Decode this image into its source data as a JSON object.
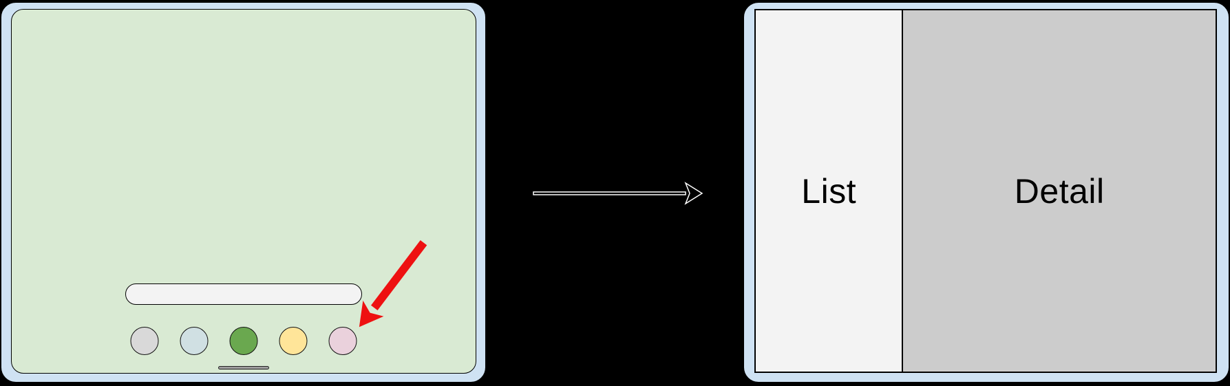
{
  "colors": {
    "background": "#000000",
    "device_frame": "#cfe2f3",
    "device_border": "#000000",
    "phone_screen": "#d9ead3",
    "search_pill": "#f3f3f3",
    "home_indicator": "#9e9e9e",
    "list_pane": "#f3f3f3",
    "detail_pane": "#cccccc",
    "red_arrow": "#ee1111",
    "flow_arrow_stroke": "#ffffff"
  },
  "left_device": {
    "search_bar": {
      "value": "",
      "placeholder": ""
    },
    "dock_icons": [
      {
        "name": "app-icon-gray",
        "color": "#d9d9d9"
      },
      {
        "name": "app-icon-blue",
        "color": "#d0e0e3"
      },
      {
        "name": "app-icon-green",
        "color": "#6aa84f"
      },
      {
        "name": "app-icon-yellow",
        "color": "#ffe599"
      },
      {
        "name": "app-icon-pink",
        "color": "#ead1dc"
      }
    ]
  },
  "annotations": {
    "red_arrow": {
      "points_to": "app-icon-pink",
      "color": "#ee1111"
    }
  },
  "right_device": {
    "panes": [
      {
        "label": "List"
      },
      {
        "label": "Detail"
      }
    ]
  }
}
